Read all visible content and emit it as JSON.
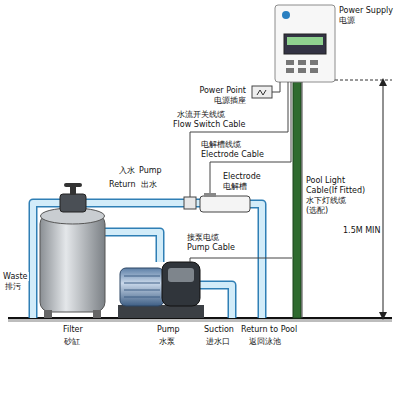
{
  "diagram": {
    "labels": [
      "Power Point",
      "电源插座",
      "Power Supply",
      "电源",
      "水流开关线缆",
      "Flow Switch Cable",
      "电解槽线缆",
      "Electrode Cable",
      "Electrode",
      "电解槽",
      "Pool Light",
      "Cable(If Fitted)",
      "水下灯线缆",
      "(选配)",
      "1.5M MIN",
      "入水",
      "Pump",
      "Return",
      "出水",
      "接泵电缆",
      "Pump Cable",
      "Waste",
      "排污",
      "Filter",
      "砂缸",
      "Pump",
      "水泵",
      "Suction",
      "进水口",
      "Return to Pool",
      "返回泳池"
    ]
  }
}
